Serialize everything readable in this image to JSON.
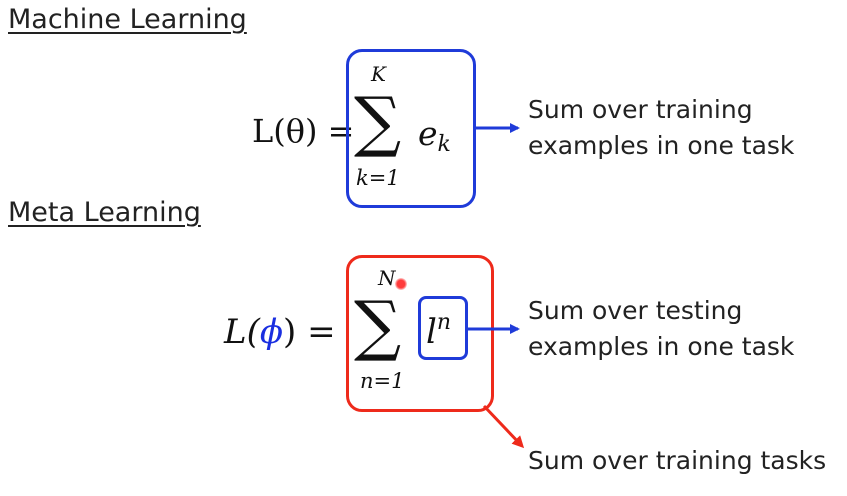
{
  "machine_learning": {
    "heading": "Machine Learning",
    "lhs": "L(θ) =",
    "sum_upper": "K",
    "sum_symbol": "∑",
    "sum_lower": "k=1",
    "term_base": "e",
    "term_sub": "k",
    "description_lines": [
      "Sum over training",
      "examples in one task"
    ]
  },
  "meta_learning": {
    "heading": "Meta Learning",
    "lhs_open": "L(",
    "lhs_param": "ϕ",
    "lhs_close": ") =",
    "sum_upper": "N",
    "sum_symbol": "∑",
    "sum_lower": "n=1",
    "term_base": "l",
    "term_sup": "n",
    "inner_description_lines": [
      "Sum over testing",
      "examples in one task"
    ],
    "outer_description": "Sum over training tasks"
  },
  "colors": {
    "blue": "#1f3bd9",
    "red": "#ee2a1b",
    "param_blue": "#1a2fe0",
    "cursor_red": "#ff3b3b"
  },
  "icons": {
    "cursor_marker": "red-dot-cursor"
  }
}
